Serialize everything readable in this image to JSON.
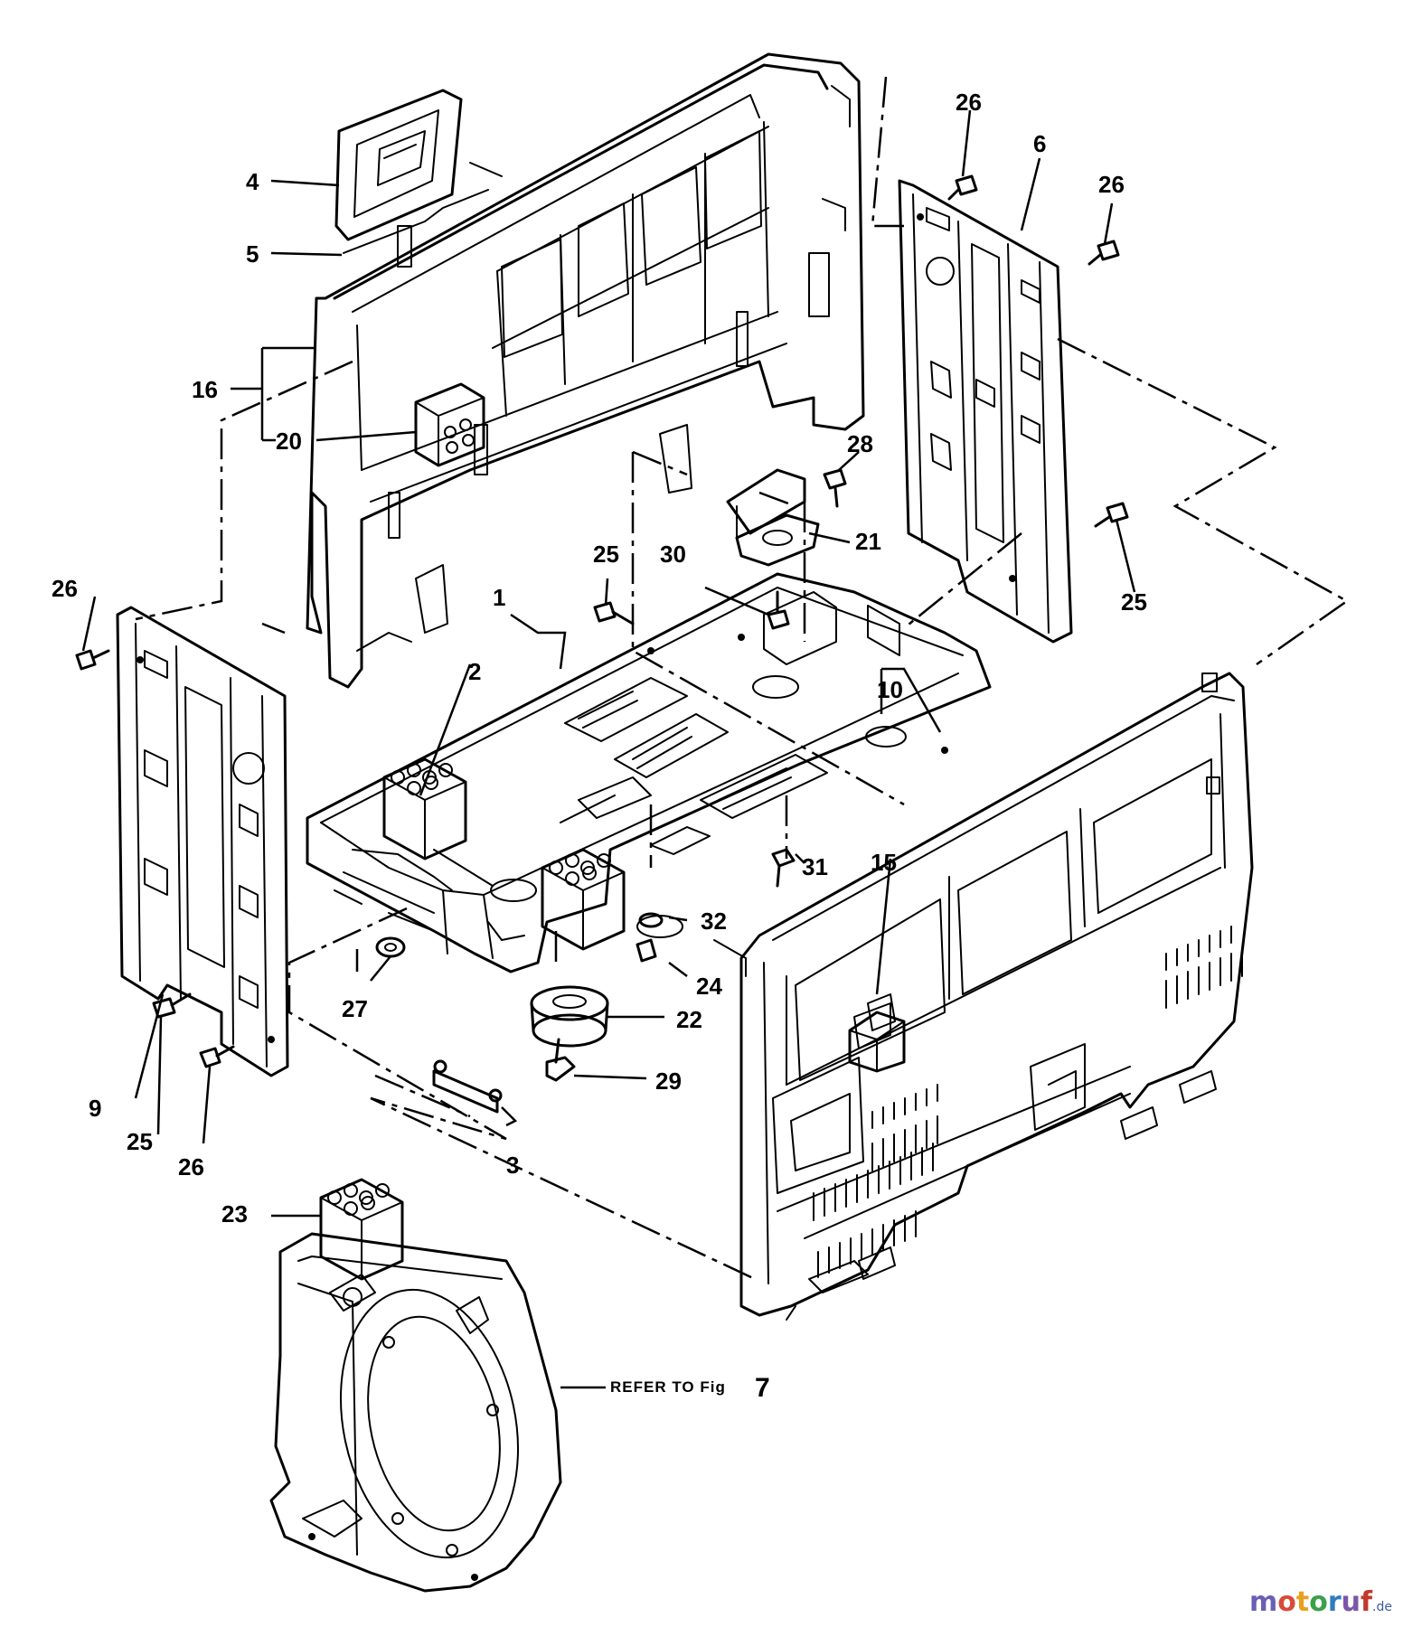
{
  "labels": {
    "p1": "1",
    "p2": "2",
    "p3": "3",
    "p4": "4",
    "p5": "5",
    "p6": "6",
    "p9": "9",
    "p10": "10",
    "p15": "15",
    "p16": "16",
    "p20": "20",
    "p21": "21",
    "p22": "22",
    "p23": "23",
    "p24": "24",
    "p25": "25",
    "p26": "26",
    "p27": "27",
    "p28": "28",
    "p29": "29",
    "p30": "30",
    "p31": "31",
    "p32": "32"
  },
  "refer_text": "REFER TO Fig",
  "refer_fig": "7",
  "watermark": {
    "brand": "motoruf",
    "tld": ".de",
    "colors": [
      "#6a5fb5",
      "#d84b3b",
      "#e8a020",
      "#3aa04a",
      "#2f7bc0",
      "#7a56a8",
      "#c0392b"
    ]
  }
}
